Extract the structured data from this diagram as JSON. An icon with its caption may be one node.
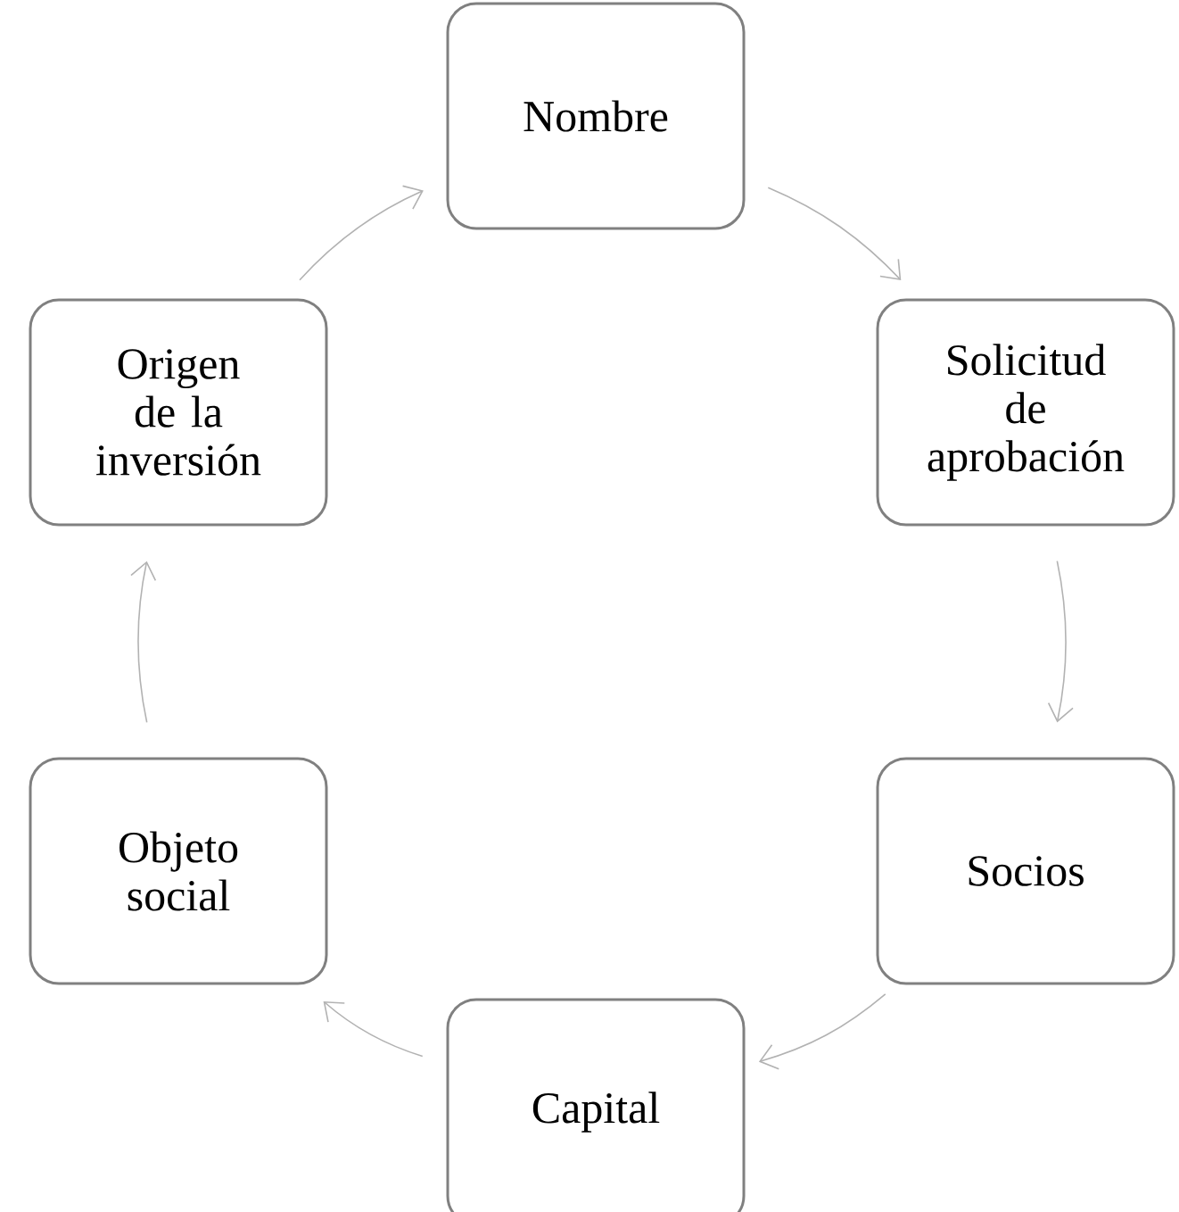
{
  "diagram": {
    "nodes": [
      {
        "text": [
          "Nombre"
        ]
      },
      {
        "text": [
          "Solicitud de aprobación"
        ]
      },
      {
        "text": [
          "Socios"
        ]
      },
      {
        "text": [
          "Capital"
        ]
      },
      {
        "text": [
          "Objeto social"
        ]
      },
      {
        "text": [
          "Origen de la inversión"
        ]
      }
    ],
    "edges": [
      {
        "from": 0,
        "to": 1,
        "arrow": "to"
      },
      {
        "from": 1,
        "to": 2,
        "arrow": "to"
      },
      {
        "from": 2,
        "to": 3,
        "arrow": "to"
      },
      {
        "from": 3,
        "to": 4,
        "arrow": "to"
      },
      {
        "from": 4,
        "to": 5,
        "arrow": "to"
      },
      {
        "from": 5,
        "to": 0,
        "arrow": "to"
      }
    ]
  }
}
